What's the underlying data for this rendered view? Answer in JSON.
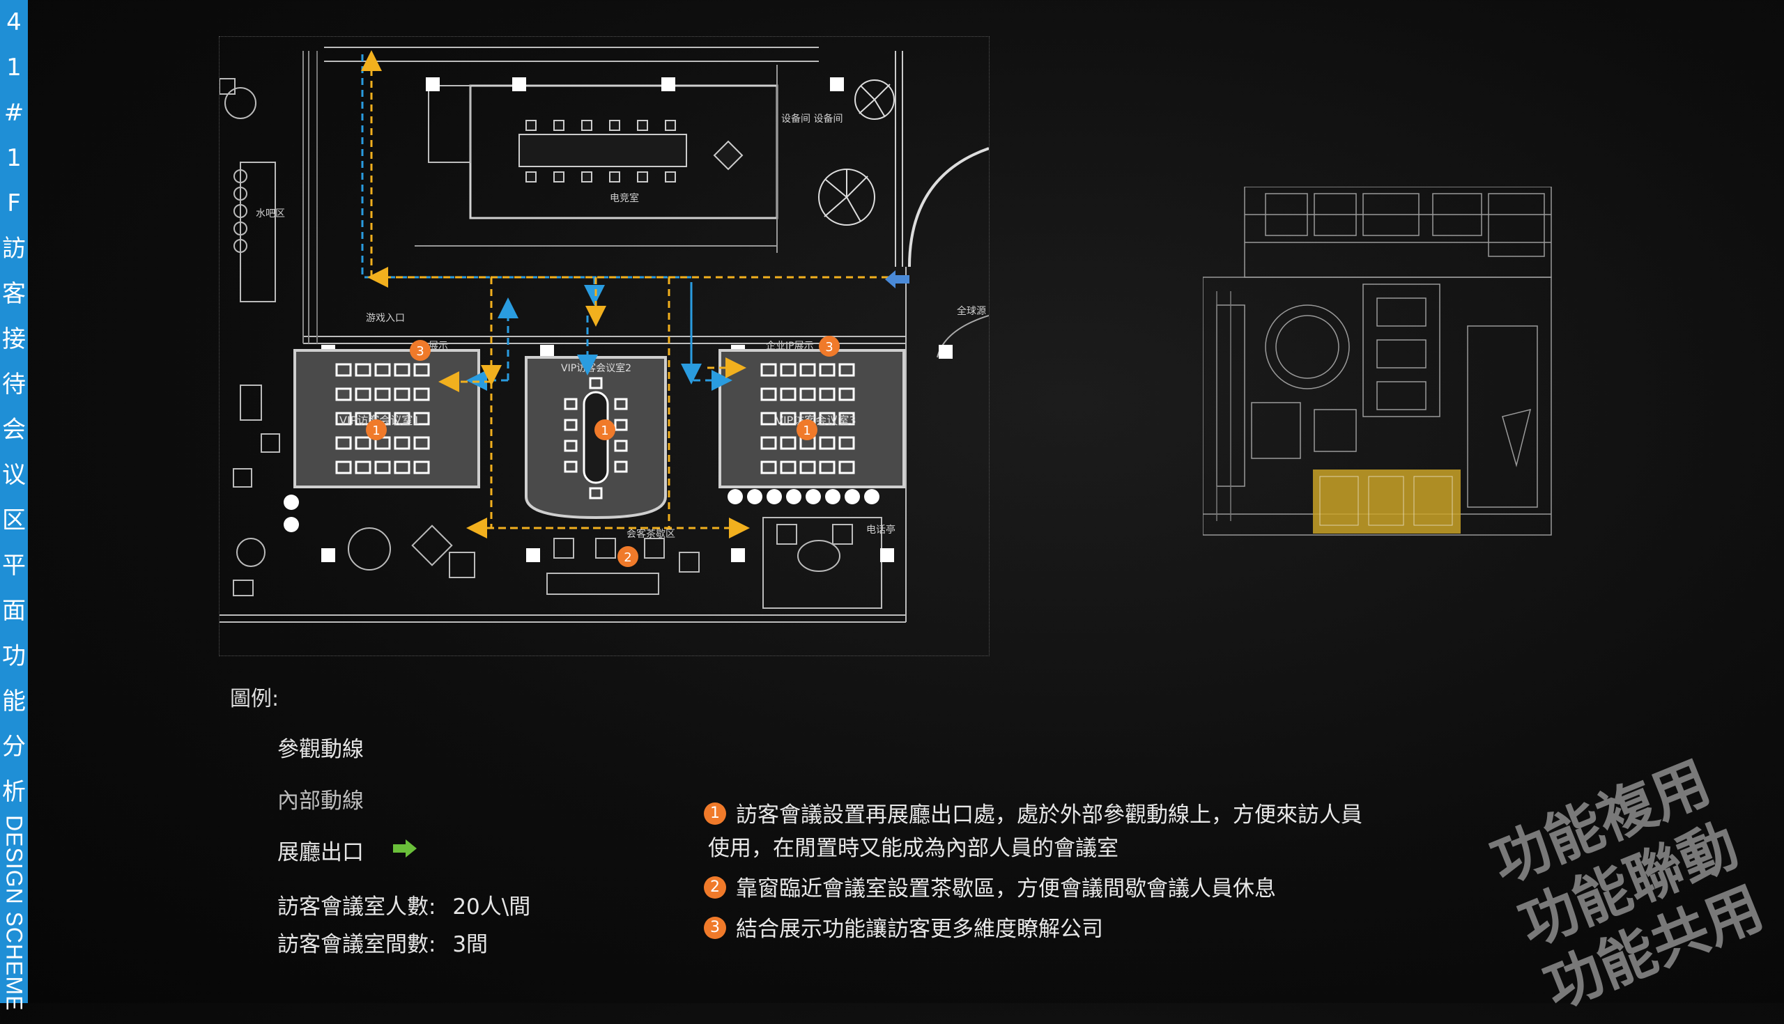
{
  "sidebar": {
    "chars": [
      "4",
      "1",
      "#",
      "1",
      "F",
      "訪",
      "客",
      "接",
      "待",
      "会",
      "议",
      "区",
      "平",
      "面",
      "功",
      "能",
      "分",
      "析"
    ],
    "english": "DESIGN SCHEME"
  },
  "plan": {
    "room_labels": {
      "esports": "电竞室",
      "equipment": "设备间 设备间",
      "bar": "水吧区",
      "vip1": "VIP访客会议室1",
      "vip2": "VIP访客会议室2",
      "vip3": "VIP访客会议室3",
      "entrance": "游戏入口",
      "exhibit": "企业IP展示",
      "exhibit_left": "展示",
      "tea": "会客茶歇区",
      "phone": "电话亭",
      "globe": "全球源"
    },
    "markers": [
      "1",
      "1",
      "1",
      "2",
      "3",
      "3"
    ]
  },
  "legend": {
    "title": "圖例:",
    "items": [
      {
        "label": "參觀動線",
        "color": "#f2b01e"
      },
      {
        "label": "內部動線",
        "color": "#2a9ce0"
      },
      {
        "label": "展廳出口",
        "color": "#6abf3a"
      }
    ],
    "stats": [
      {
        "label": "訪客會議室人數:",
        "value": "20人\\間"
      },
      {
        "label": "訪客會議室間數:",
        "value": "3間"
      }
    ]
  },
  "notes": [
    {
      "num": "1",
      "line1": "訪客會議設置再展廳出口處，處於外部參觀動線上，方便來訪人員",
      "line2": "使用，在閒置時又能成為內部人員的會議室"
    },
    {
      "num": "2",
      "line1": "靠窗臨近會議室設置茶歇區，方便會議間歇會議人員休息"
    },
    {
      "num": "3",
      "line1": "結合展示功能讓訪客更多維度瞭解公司"
    }
  ],
  "stamps": [
    "功能複用",
    "功能聯動",
    "功能共用"
  ],
  "colors": {
    "accent": "#1f8fd6",
    "visitor_route": "#f2b01e",
    "internal_route": "#2a9ce0",
    "exit": "#6abf3a",
    "marker": "#f07a2a",
    "highlight": "#c9a227"
  }
}
